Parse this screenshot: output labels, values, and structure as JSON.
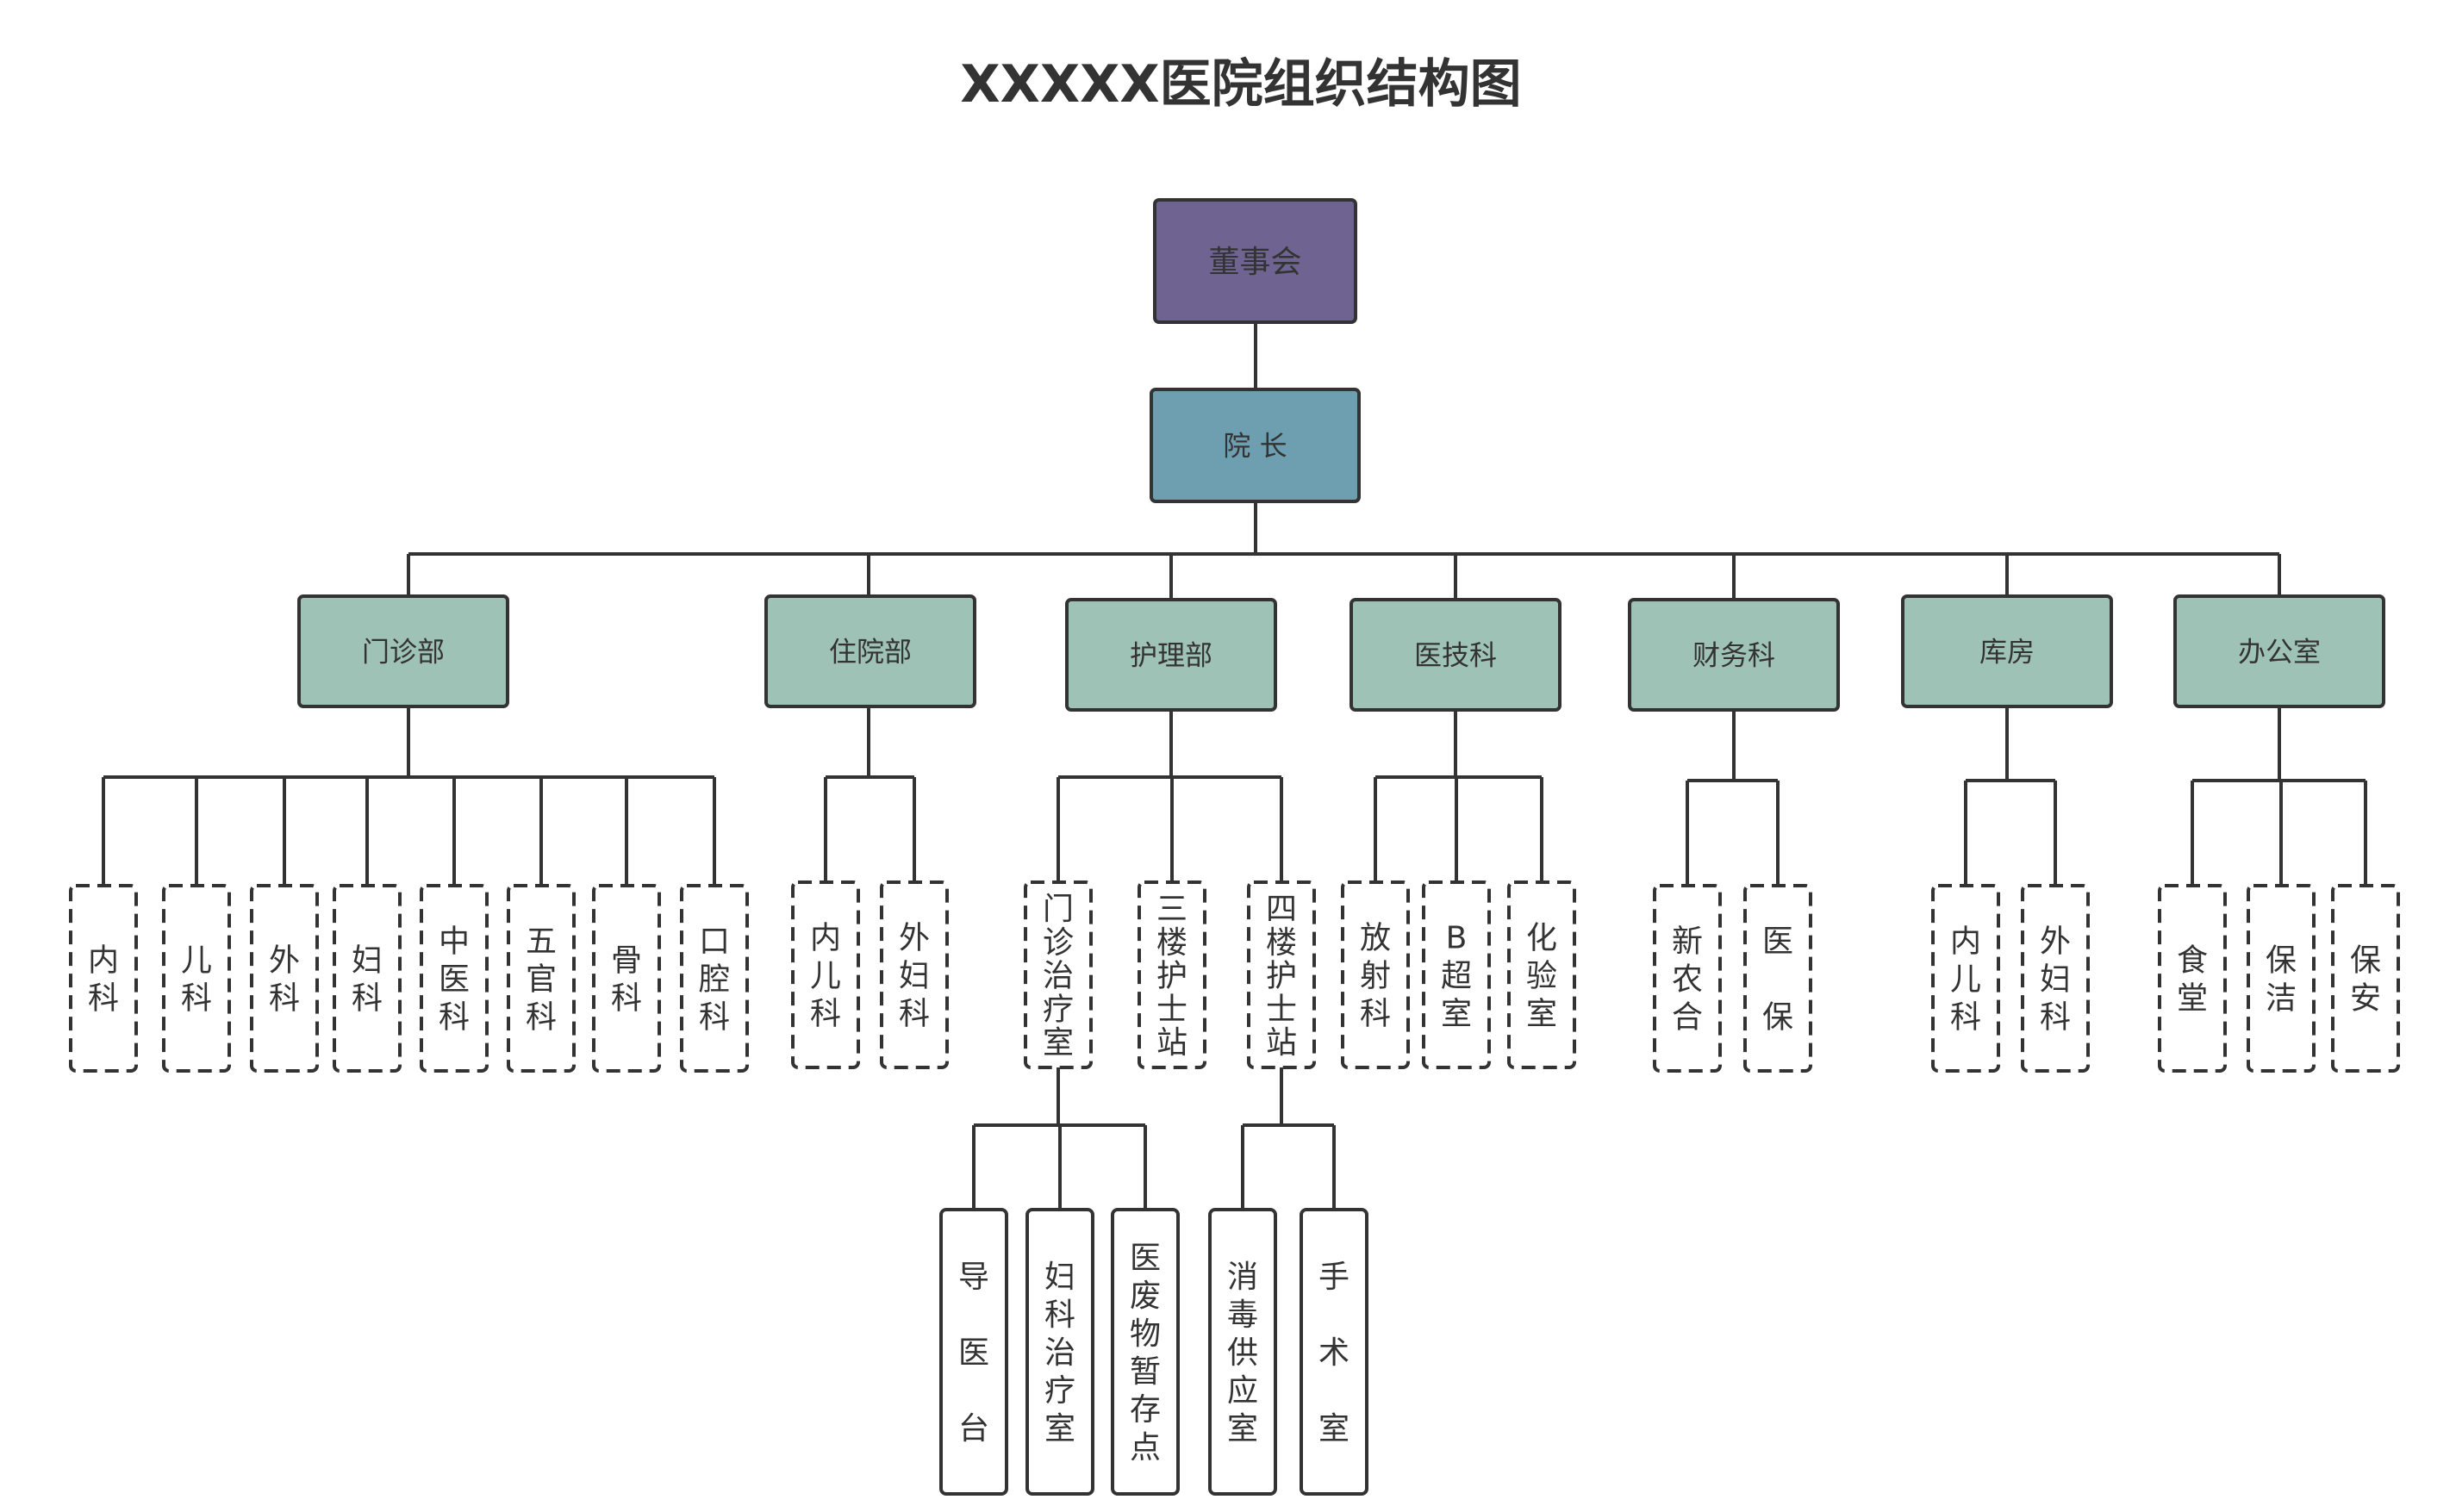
{
  "title": "XXXXX医院组织结构图",
  "colors": {
    "board": "#6f6491",
    "president": "#6e9fb1",
    "department": "#9fc2b7",
    "unit": "#ffffff",
    "line": "#333333",
    "text": "#333333"
  },
  "board": {
    "label": "董事会"
  },
  "president": {
    "label": "院 长"
  },
  "departments": [
    {
      "label": "门诊部",
      "units": [
        {
          "label": "内科"
        },
        {
          "label": "儿科"
        },
        {
          "label": "外科"
        },
        {
          "label": "妇科"
        },
        {
          "label": "中医科"
        },
        {
          "label": "五官科"
        },
        {
          "label": "骨科"
        },
        {
          "label": "口腔科"
        }
      ]
    },
    {
      "label": "住院部",
      "units": [
        {
          "label": "内儿科"
        },
        {
          "label": "外妇科"
        }
      ]
    },
    {
      "label": "护理部",
      "units": [
        {
          "label": "门诊治疗室",
          "subunits": [
            {
              "label": "导 医 台"
            },
            {
              "label": "妇科治疗室"
            },
            {
              "label": "医废物暂存点"
            }
          ]
        },
        {
          "label": "三楼护士站"
        },
        {
          "label": "四楼护士站",
          "subunits": [
            {
              "label": "消毒供应室"
            },
            {
              "label": "手 术 室"
            }
          ]
        }
      ]
    },
    {
      "label": "医技科",
      "units": [
        {
          "label": "放射科"
        },
        {
          "label": "B超室"
        },
        {
          "label": "化验室"
        }
      ]
    },
    {
      "label": "财务科",
      "units": [
        {
          "label": "新农合"
        },
        {
          "label": "医 保"
        }
      ]
    },
    {
      "label": "库房",
      "units": [
        {
          "label": "内儿科"
        },
        {
          "label": "外妇科"
        }
      ]
    },
    {
      "label": "办公室",
      "units": [
        {
          "label": "食堂"
        },
        {
          "label": "保洁"
        },
        {
          "label": "保安"
        }
      ]
    }
  ]
}
